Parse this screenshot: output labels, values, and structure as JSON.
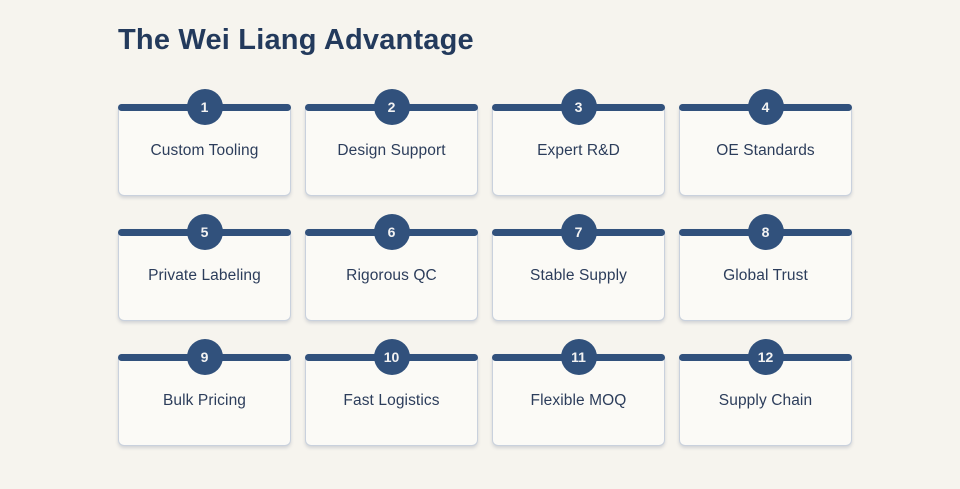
{
  "page": {
    "title": "The Wei Liang Advantage"
  },
  "colors": {
    "page_background": "#f6f4ee",
    "navy_accent": "#31517c",
    "title_text": "#233a5c",
    "label_text": "#2c3d5b",
    "card_background": "#fbfaf6",
    "card_border": "#c9d1dd",
    "badge_text": "#f2f2f2"
  },
  "cards": [
    {
      "number": "1",
      "label": "Custom Tooling"
    },
    {
      "number": "2",
      "label": "Design Support"
    },
    {
      "number": "3",
      "label": "Expert R&D"
    },
    {
      "number": "4",
      "label": "OE Standards"
    },
    {
      "number": "5",
      "label": "Private Labeling"
    },
    {
      "number": "6",
      "label": "Rigorous QC"
    },
    {
      "number": "7",
      "label": "Stable Supply"
    },
    {
      "number": "8",
      "label": "Global Trust"
    },
    {
      "number": "9",
      "label": "Bulk Pricing"
    },
    {
      "number": "10",
      "label": "Fast Logistics"
    },
    {
      "number": "11",
      "label": "Flexible MOQ"
    },
    {
      "number": "12",
      "label": "Supply Chain"
    }
  ]
}
